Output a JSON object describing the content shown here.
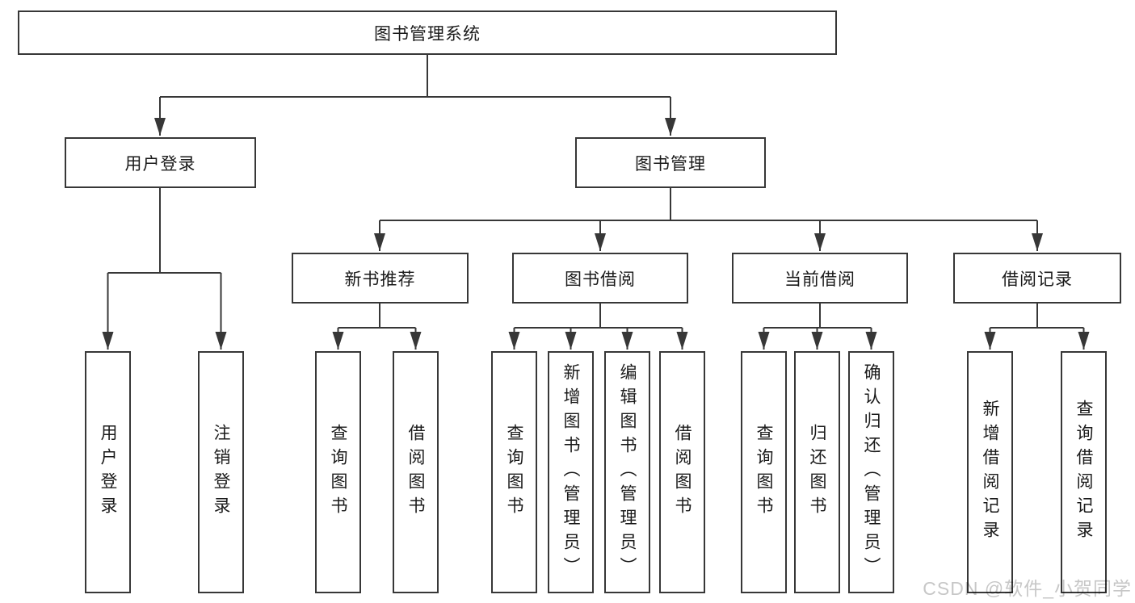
{
  "tree": {
    "root": "图书管理系统",
    "branch_login": {
      "label": "用户登录",
      "leaves": [
        "用户登录",
        "注销登录"
      ]
    },
    "branch_mgmt": {
      "label": "图书管理",
      "groups": [
        {
          "label": "新书推荐",
          "leaves": [
            "查询图书",
            "借阅图书"
          ]
        },
        {
          "label": "图书借阅",
          "leaves": [
            "查询图书",
            "新增图书（管理员）",
            "编辑图书（管理员）",
            "借阅图书"
          ]
        },
        {
          "label": "当前借阅",
          "leaves": [
            "查询图书",
            "归还图书",
            "确认归还（管理员）"
          ]
        },
        {
          "label": "借阅记录",
          "leaves": [
            "新增借阅记录",
            "查询借阅记录"
          ]
        }
      ]
    }
  },
  "watermark": {
    "text": "CSDN @软件_小贺同学"
  },
  "colors": {
    "line": "#373737",
    "box_border": "#373737",
    "text": "#1a1a1a",
    "watermark": "#c7c7c7",
    "background": "#ffffff"
  }
}
